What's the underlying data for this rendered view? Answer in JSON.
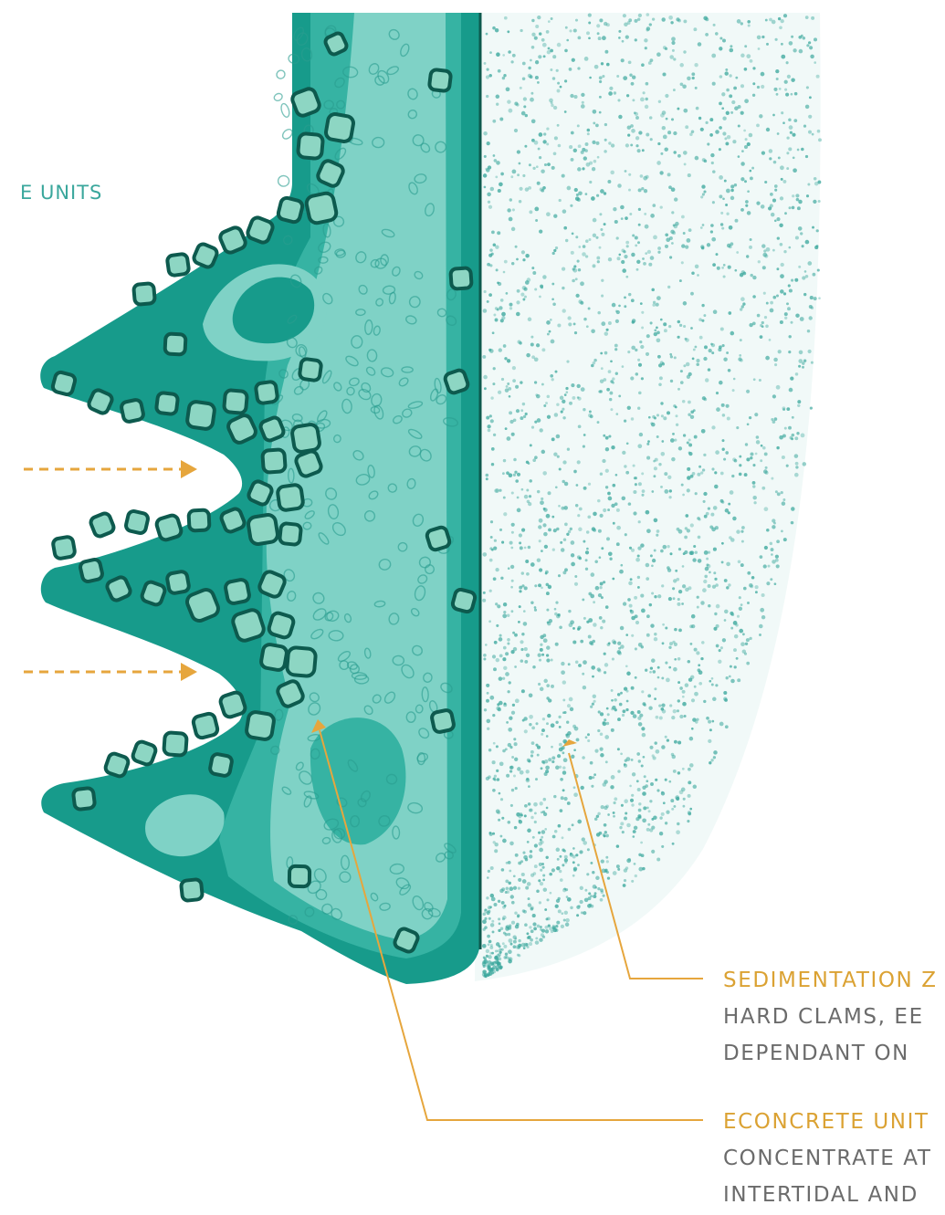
{
  "colors": {
    "background": "#ffffff",
    "structure_dark": "#179b8b",
    "structure_mid": "#36b3a3",
    "structure_light": "#7fd2c6",
    "unit_fill": "#8dd6c3",
    "unit_stroke": "#0d5a4e",
    "sediment_dots": "#3aa79c",
    "arrow": "#e6a63d",
    "heading_text": "#dba233",
    "body_text": "#6b6b6b",
    "left_label_text": "#3aa79c"
  },
  "labels": {
    "left_units": "E UNITS",
    "sedimentation": {
      "heading": "SEDIMENTATION Z",
      "line1": "HARD CLAMS, EE",
      "line2": "DEPENDANT ON"
    },
    "econcrete": {
      "heading": "ECONCRETE UNIT",
      "line1": "CONCENTRATE AT",
      "line2": "INTERTIDAL AND"
    }
  },
  "icons": {
    "flow_arrow": "dashed-right-arrow-icon",
    "unit": "rounded-block-icon",
    "leader": "leader-line-arrow-icon"
  }
}
